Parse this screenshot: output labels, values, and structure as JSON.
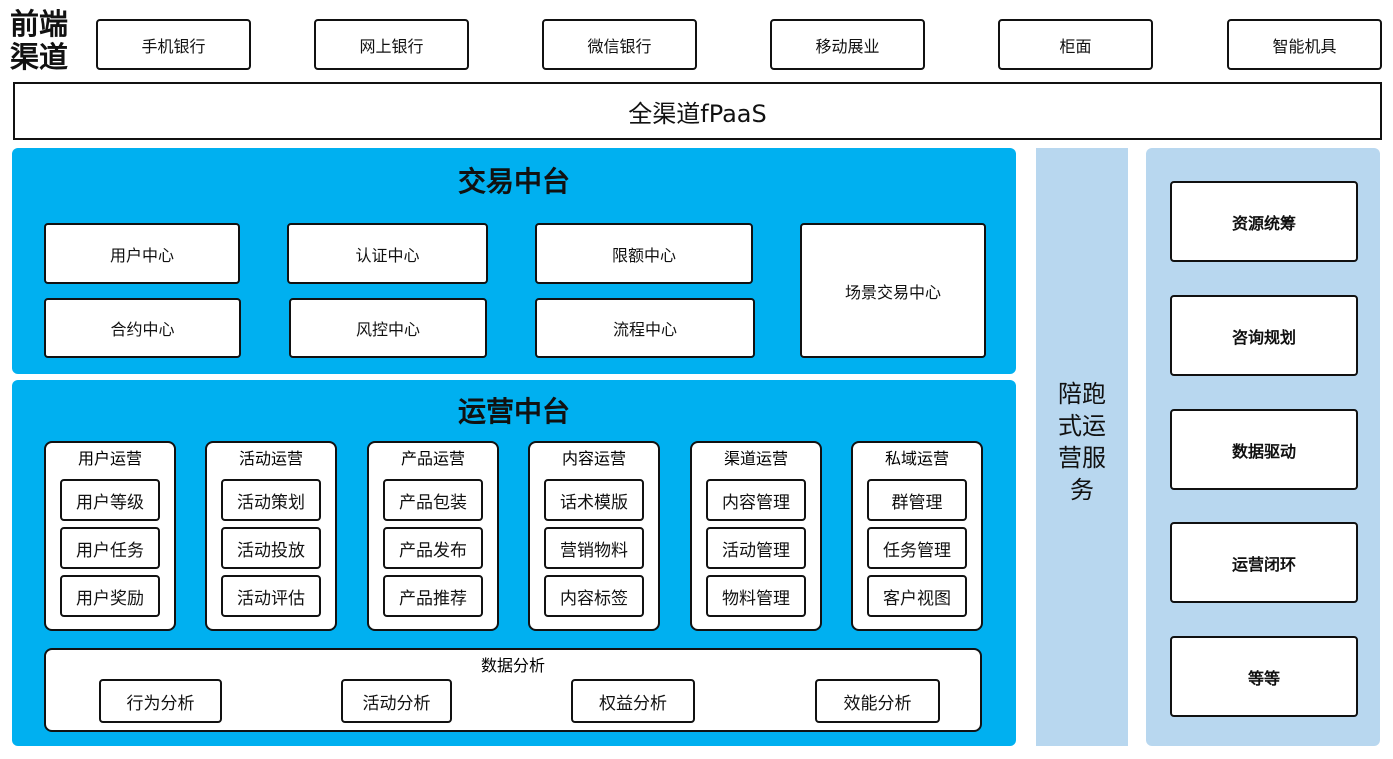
{
  "front": {
    "label": "前端渠道",
    "channels": [
      "手机银行",
      "网上银行",
      "微信银行",
      "移动展业",
      "柜面",
      "智能机具"
    ]
  },
  "fpaas": "全渠道fPaaS",
  "trade": {
    "title": "交易中台",
    "items": [
      "用户中心",
      "认证中心",
      "限额中心",
      "合约中心",
      "风控中心",
      "流程中心",
      "场景交易中心"
    ]
  },
  "ops": {
    "title": "运营中台",
    "groups": [
      {
        "title": "用户运营",
        "items": [
          "用户等级",
          "用户任务",
          "用户奖励"
        ]
      },
      {
        "title": "活动运营",
        "items": [
          "活动策划",
          "活动投放",
          "活动评估"
        ]
      },
      {
        "title": "产品运营",
        "items": [
          "产品包装",
          "产品发布",
          "产品推荐"
        ]
      },
      {
        "title": "内容运营",
        "items": [
          "话术模版",
          "营销物料",
          "内容标签"
        ]
      },
      {
        "title": "渠道运营",
        "items": [
          "内容管理",
          "活动管理",
          "物料管理"
        ]
      },
      {
        "title": "私域运营",
        "items": [
          "群管理",
          "任务管理",
          "客户视图"
        ]
      }
    ],
    "analysis": {
      "title": "数据分析",
      "items": [
        "行为分析",
        "活动分析",
        "权益分析",
        "效能分析"
      ]
    }
  },
  "service": {
    "label": "陪跑式运营服务",
    "items": [
      "资源统筹",
      "咨询规划",
      "数据驱动",
      "运营闭环",
      "等等"
    ]
  },
  "colors": {
    "primary": "#00b0f0",
    "secondary": "#b8d7ef"
  }
}
